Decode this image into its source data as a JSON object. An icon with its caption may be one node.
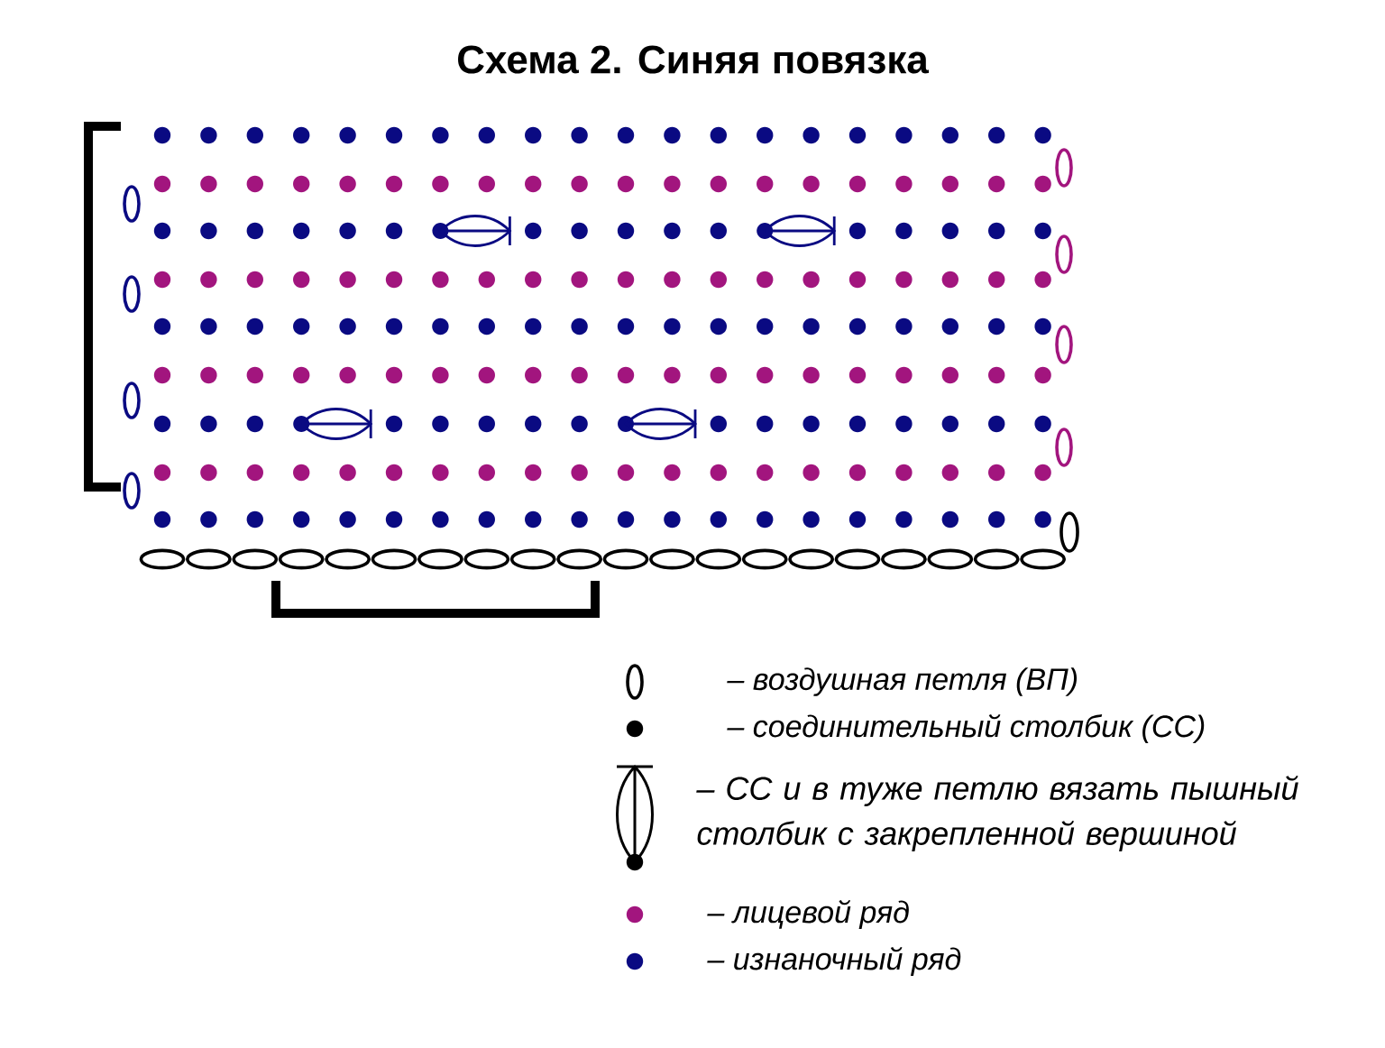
{
  "diagram": {
    "title": "Схема 2. Синяя повязка",
    "legend": [
      {
        "text": "– воздушная петля (ВП)"
      },
      {
        "text": "– соединительный столбик (СС)"
      },
      {
        "text": "– СС и в туже петлю вязать пышный столбик с закрепленной вершиной"
      },
      {
        "text": "– лицевой ряд",
        "color": "#a2157e"
      },
      {
        "text": "– изнаночный ряд",
        "color": "#0a0a82"
      }
    ]
  }
}
